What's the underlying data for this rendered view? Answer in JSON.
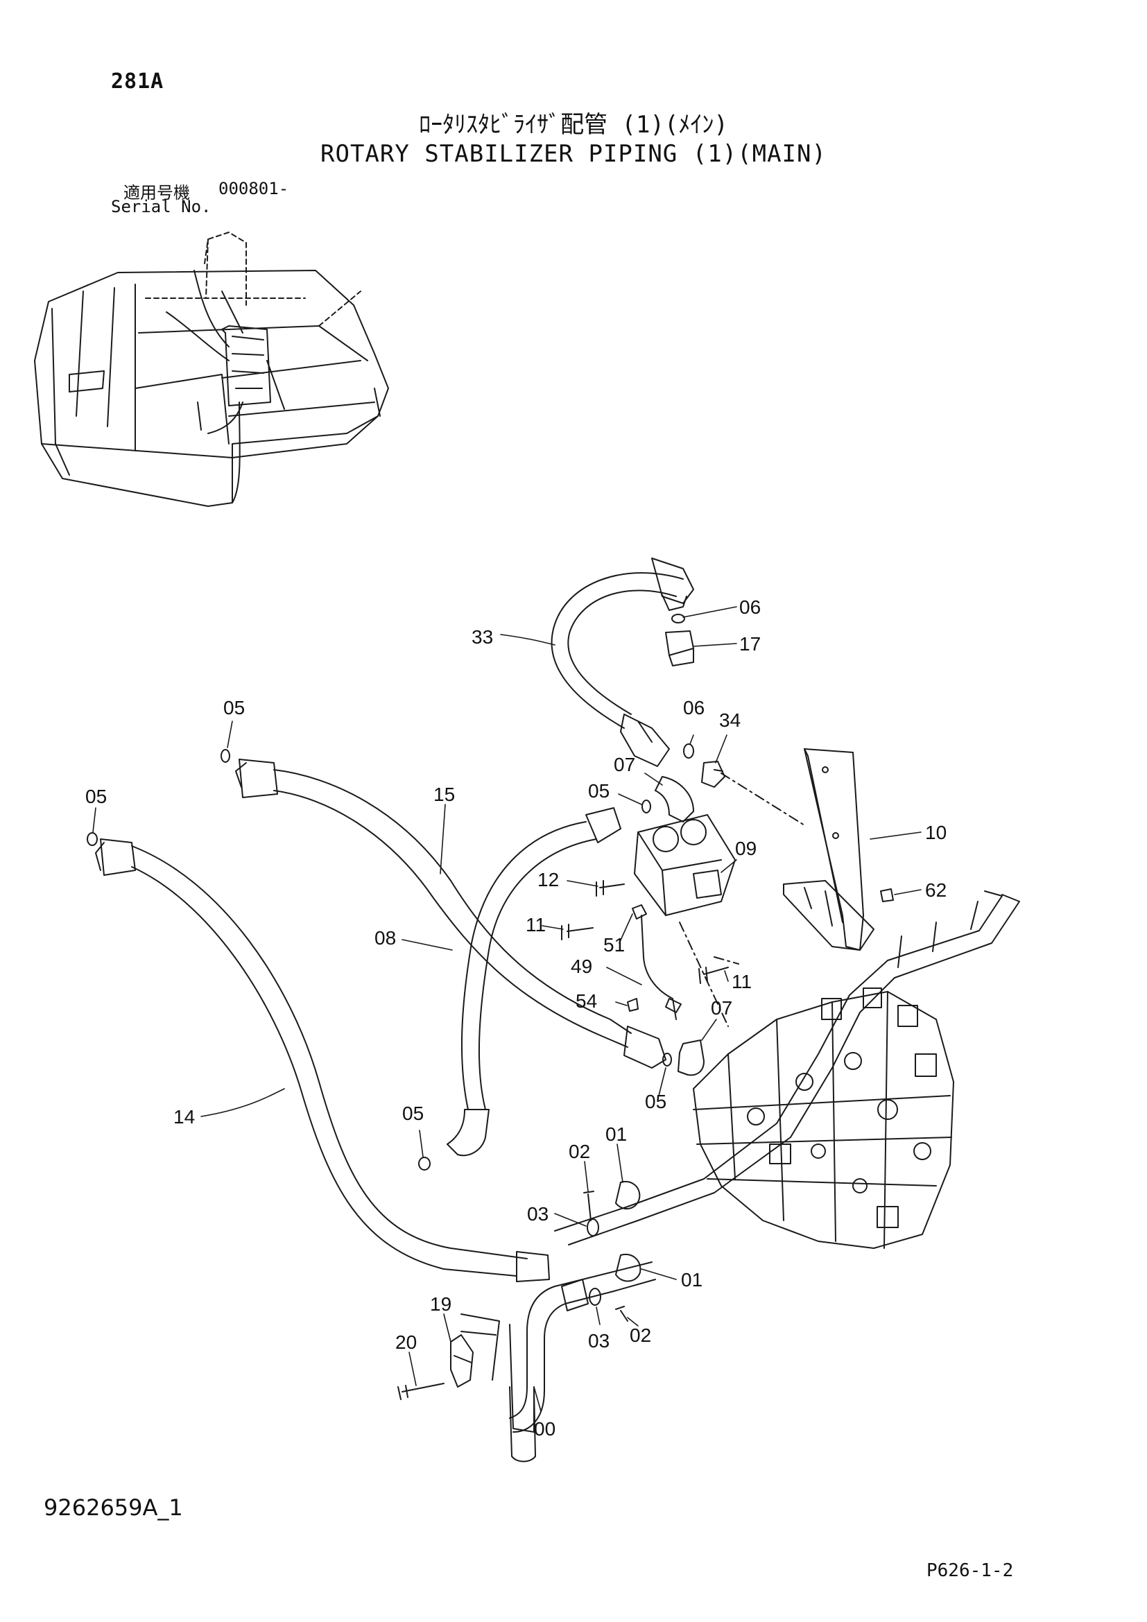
{
  "header": {
    "page_code": "281A",
    "title_jp": "ﾛｰﾀﾘｽﾀﾋﾞﾗｲｻﾞ配管 (1)(ﾒｲﾝ)",
    "title_en": "ROTARY STABILIZER PIPING (1)(MAIN)",
    "serial_label_jp": "適用号機",
    "serial_value": "000801-",
    "serial_label_en": "Serial No."
  },
  "footer": {
    "doc_number": "9262659A_1",
    "page_ref": "P626-1-2"
  },
  "callouts": [
    {
      "id": "c06a",
      "text": "06"
    },
    {
      "id": "c33",
      "text": "33"
    },
    {
      "id": "c17",
      "text": "17"
    },
    {
      "id": "c05a",
      "text": "05"
    },
    {
      "id": "c06b",
      "text": "06"
    },
    {
      "id": "c34",
      "text": "34"
    },
    {
      "id": "c05b",
      "text": "05"
    },
    {
      "id": "c15",
      "text": "15"
    },
    {
      "id": "c07a",
      "text": "07"
    },
    {
      "id": "c05c",
      "text": "05"
    },
    {
      "id": "c10",
      "text": "10"
    },
    {
      "id": "c09",
      "text": "09"
    },
    {
      "id": "c12",
      "text": "12"
    },
    {
      "id": "c62",
      "text": "62"
    },
    {
      "id": "c11a",
      "text": "11"
    },
    {
      "id": "c08",
      "text": "08"
    },
    {
      "id": "c51",
      "text": "51"
    },
    {
      "id": "c49",
      "text": "49"
    },
    {
      "id": "c11b",
      "text": "11"
    },
    {
      "id": "c54",
      "text": "54"
    },
    {
      "id": "c07b",
      "text": "07"
    },
    {
      "id": "c05d",
      "text": "05"
    },
    {
      "id": "c14",
      "text": "14"
    },
    {
      "id": "c05e",
      "text": "05"
    },
    {
      "id": "c02a",
      "text": "02"
    },
    {
      "id": "c01a",
      "text": "01"
    },
    {
      "id": "c03a",
      "text": "03"
    },
    {
      "id": "c01b",
      "text": "01"
    },
    {
      "id": "c19",
      "text": "19"
    },
    {
      "id": "c20",
      "text": "20"
    },
    {
      "id": "c03b",
      "text": "03"
    },
    {
      "id": "c02b",
      "text": "02"
    },
    {
      "id": "c00",
      "text": "00"
    }
  ],
  "colors": {
    "line": "#1a1a1a",
    "background": "#ffffff"
  }
}
